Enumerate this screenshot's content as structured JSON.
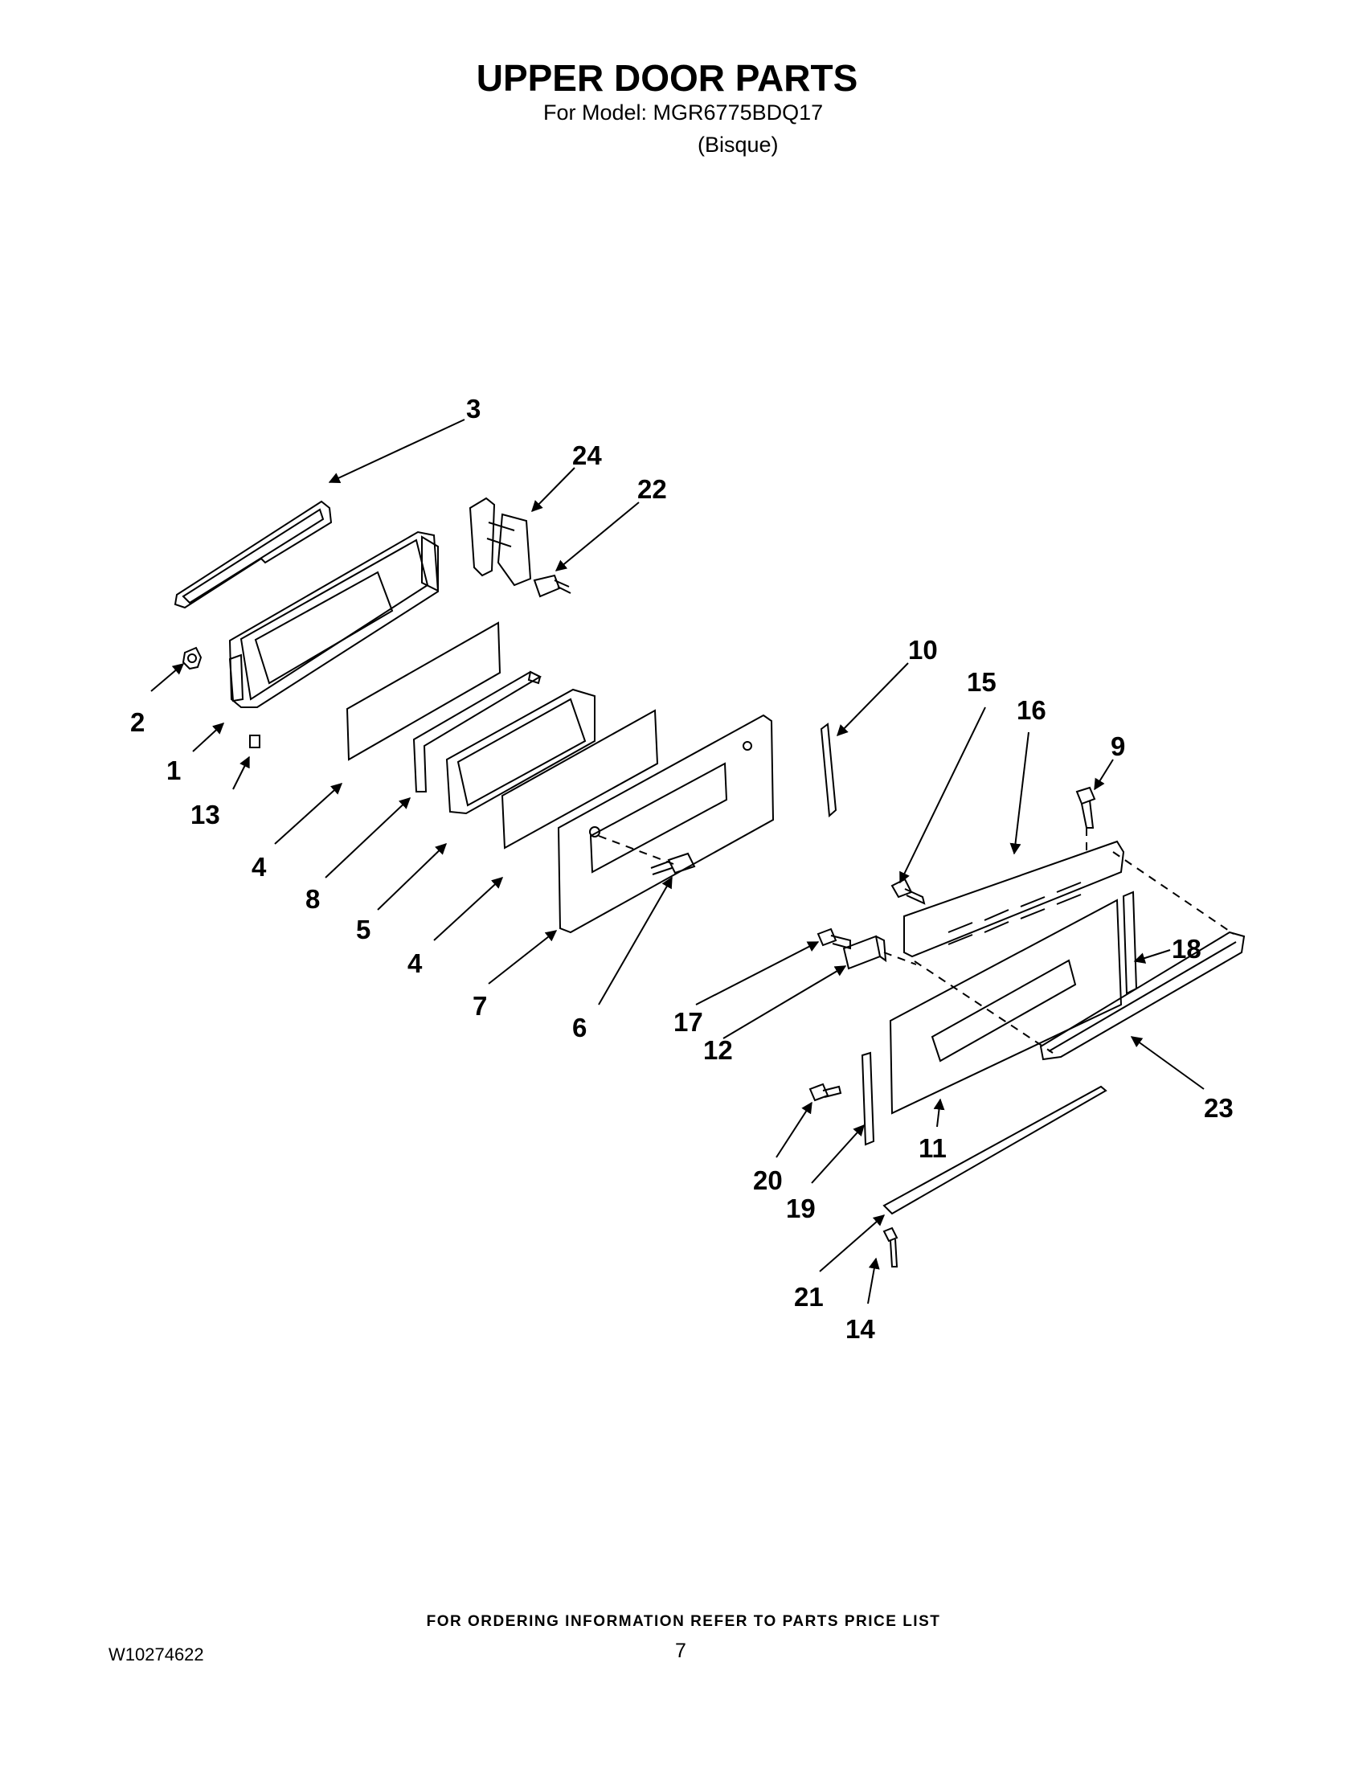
{
  "header": {
    "title": "UPPER DOOR PARTS",
    "model_line": "For Model: MGR6775BDQ17",
    "color_line": "(Bisque)"
  },
  "callouts": [
    {
      "num": "3"
    },
    {
      "num": "24"
    },
    {
      "num": "22"
    },
    {
      "num": "2"
    },
    {
      "num": "1"
    },
    {
      "num": "13"
    },
    {
      "num": "4"
    },
    {
      "num": "8"
    },
    {
      "num": "5"
    },
    {
      "num": "4"
    },
    {
      "num": "7"
    },
    {
      "num": "6"
    },
    {
      "num": "10"
    },
    {
      "num": "15"
    },
    {
      "num": "16"
    },
    {
      "num": "9"
    },
    {
      "num": "18"
    },
    {
      "num": "17"
    },
    {
      "num": "12"
    },
    {
      "num": "23"
    },
    {
      "num": "11"
    },
    {
      "num": "20"
    },
    {
      "num": "19"
    },
    {
      "num": "21"
    },
    {
      "num": "14"
    }
  ],
  "footer": {
    "ordering_note": "FOR ORDERING INFORMATION REFER TO PARTS PRICE LIST",
    "document_number": "W10274622",
    "page_number": "7"
  }
}
